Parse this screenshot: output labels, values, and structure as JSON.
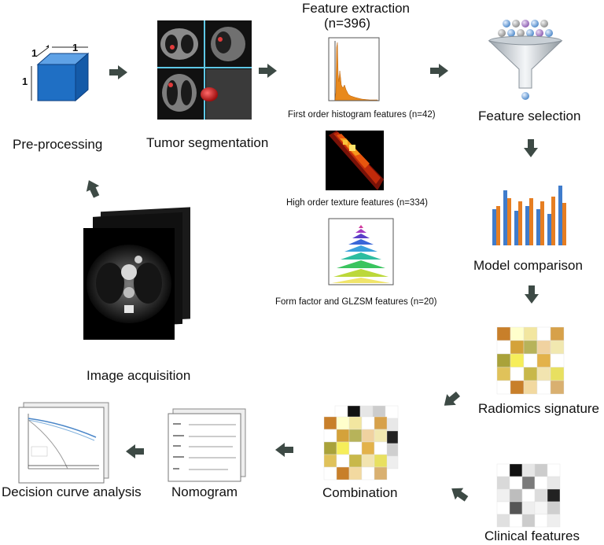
{
  "labels": {
    "preprocessing": "Pre-processing",
    "tumor_segmentation": "Tumor segmentation",
    "feature_extraction": "Feature extraction",
    "feature_count": "(n=396)",
    "first_order": "First order histogram features (n=42)",
    "high_order": "High order texture features (n=334)",
    "form_factor": "Form factor and GLZSM features (n=20)",
    "feature_selection": "Feature selection",
    "model_comparison": "Model comparison",
    "radiomics_signature": "Radiomics signature",
    "image_acquisition": "Image acquisition",
    "combination": "Combination",
    "nomogram": "Nomogram",
    "decision_curve": "Decision curve analysis",
    "clinical_features": "Clinical features"
  },
  "cube_dims": {
    "top_left": "1",
    "top_right": "1",
    "side": "1"
  },
  "colors": {
    "arrow": "#3d4a45",
    "cube_front": "#1f6fc4",
    "histogram": "#e8891c",
    "bar_blue": "#3f7ccc",
    "bar_orange": "#e67e22"
  }
}
